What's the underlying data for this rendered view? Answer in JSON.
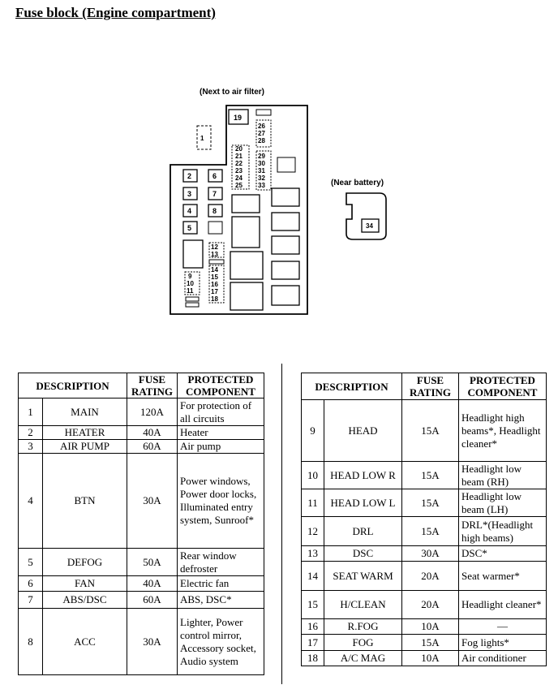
{
  "title": "Fuse block (Engine compartment)",
  "diagram": {
    "label_air_filter": "(Next to air filter)",
    "label_battery": "(Near battery)",
    "fuses": {
      "f1": "1",
      "f2": "2",
      "f3": "3",
      "f4": "4",
      "f5": "5",
      "f6": "6",
      "f7": "7",
      "f8": "8",
      "f9": "9",
      "f10": "10",
      "f11": "11",
      "f12": "12",
      "f13": "13",
      "f14": "14",
      "f15": "15",
      "f16": "16",
      "f17": "17",
      "f18": "18",
      "f19": "19",
      "f20": "20",
      "f21": "21",
      "f22": "22",
      "f23": "23",
      "f24": "24",
      "f25": "25",
      "f26": "26",
      "f27": "27",
      "f28": "28",
      "f29": "29",
      "f30": "30",
      "f31": "31",
      "f32": "32",
      "f33": "33",
      "f34": "34"
    }
  },
  "headers": {
    "description": "DESCRIPTION",
    "fuse_rating_1": "FUSE",
    "fuse_rating_2": "RATING",
    "protected_1": "PROTECTED",
    "protected_2": "COMPONENT"
  },
  "left_rows": [
    {
      "no": "1",
      "desc": "MAIN",
      "rating": "120A",
      "comp": "For protection of all circuits"
    },
    {
      "no": "2",
      "desc": "HEATER",
      "rating": "40A",
      "comp": "Heater"
    },
    {
      "no": "3",
      "desc": "AIR PUMP",
      "rating": "60A",
      "comp": "Air pump"
    },
    {
      "no": "4",
      "desc": "BTN",
      "rating": "30A",
      "comp": "Power windows, Power door locks, Illuminated entry system, Sunroof*"
    },
    {
      "no": "5",
      "desc": "DEFOG",
      "rating": "50A",
      "comp": "Rear window defroster"
    },
    {
      "no": "6",
      "desc": "FAN",
      "rating": "40A",
      "comp": "Electric fan"
    },
    {
      "no": "7",
      "desc": "ABS/DSC",
      "rating": "60A",
      "comp": "ABS, DSC*"
    },
    {
      "no": "8",
      "desc": "ACC",
      "rating": "30A",
      "comp": "Lighter, Power control mirror, Accessory socket, Audio system"
    }
  ],
  "right_rows": [
    {
      "no": "9",
      "desc": "HEAD",
      "rating": "15A",
      "comp": "Headlight high beams*, Headlight cleaner*"
    },
    {
      "no": "10",
      "desc": "HEAD LOW R",
      "rating": "15A",
      "comp": "Headlight low beam (RH)"
    },
    {
      "no": "11",
      "desc": "HEAD LOW L",
      "rating": "15A",
      "comp": "Headlight low beam (LH)"
    },
    {
      "no": "12",
      "desc": "DRL",
      "rating": "15A",
      "comp": "DRL*(Headlight high beams)"
    },
    {
      "no": "13",
      "desc": "DSC",
      "rating": "30A",
      "comp": "DSC*"
    },
    {
      "no": "14",
      "desc": "SEAT WARM",
      "rating": "20A",
      "comp": "Seat warmer*"
    },
    {
      "no": "15",
      "desc": "H/CLEAN",
      "rating": "20A",
      "comp": "Headlight cleaner*"
    },
    {
      "no": "16",
      "desc": "R.FOG",
      "rating": "10A",
      "comp": "—"
    },
    {
      "no": "17",
      "desc": "FOG",
      "rating": "15A",
      "comp": "Fog lights*"
    },
    {
      "no": "18",
      "desc": "A/C MAG",
      "rating": "10A",
      "comp": "Air conditioner"
    }
  ]
}
